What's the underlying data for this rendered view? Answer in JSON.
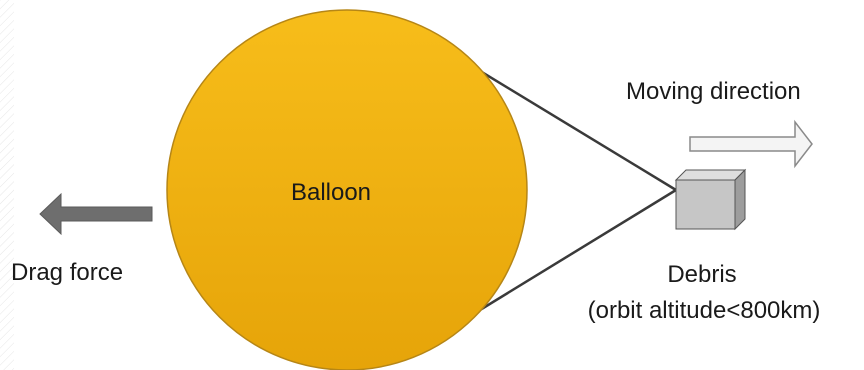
{
  "labels": {
    "balloon": "Balloon",
    "moving_direction": "Moving direction",
    "drag_force": "Drag force",
    "debris_line1": "Debris",
    "debris_line2": "(orbit altitude<800km)"
  },
  "colors": {
    "balloon_fill_top": "#f7bd1a",
    "balloon_fill_bottom": "#e6a409",
    "balloon_stroke": "#b68616",
    "tether": "#3a3a3a",
    "drag_arrow": "#6e6e6e",
    "moving_arrow_fill": "#f4f4f4",
    "moving_arrow_stroke": "#8a8a8a",
    "debris_front": "#c6c6c6",
    "debris_top": "#dedede",
    "debris_side": "#9d9d9d"
  },
  "icons": {
    "drag_arrow": "left-arrow-icon",
    "moving_arrow": "right-arrow-icon",
    "debris": "cube-icon"
  }
}
